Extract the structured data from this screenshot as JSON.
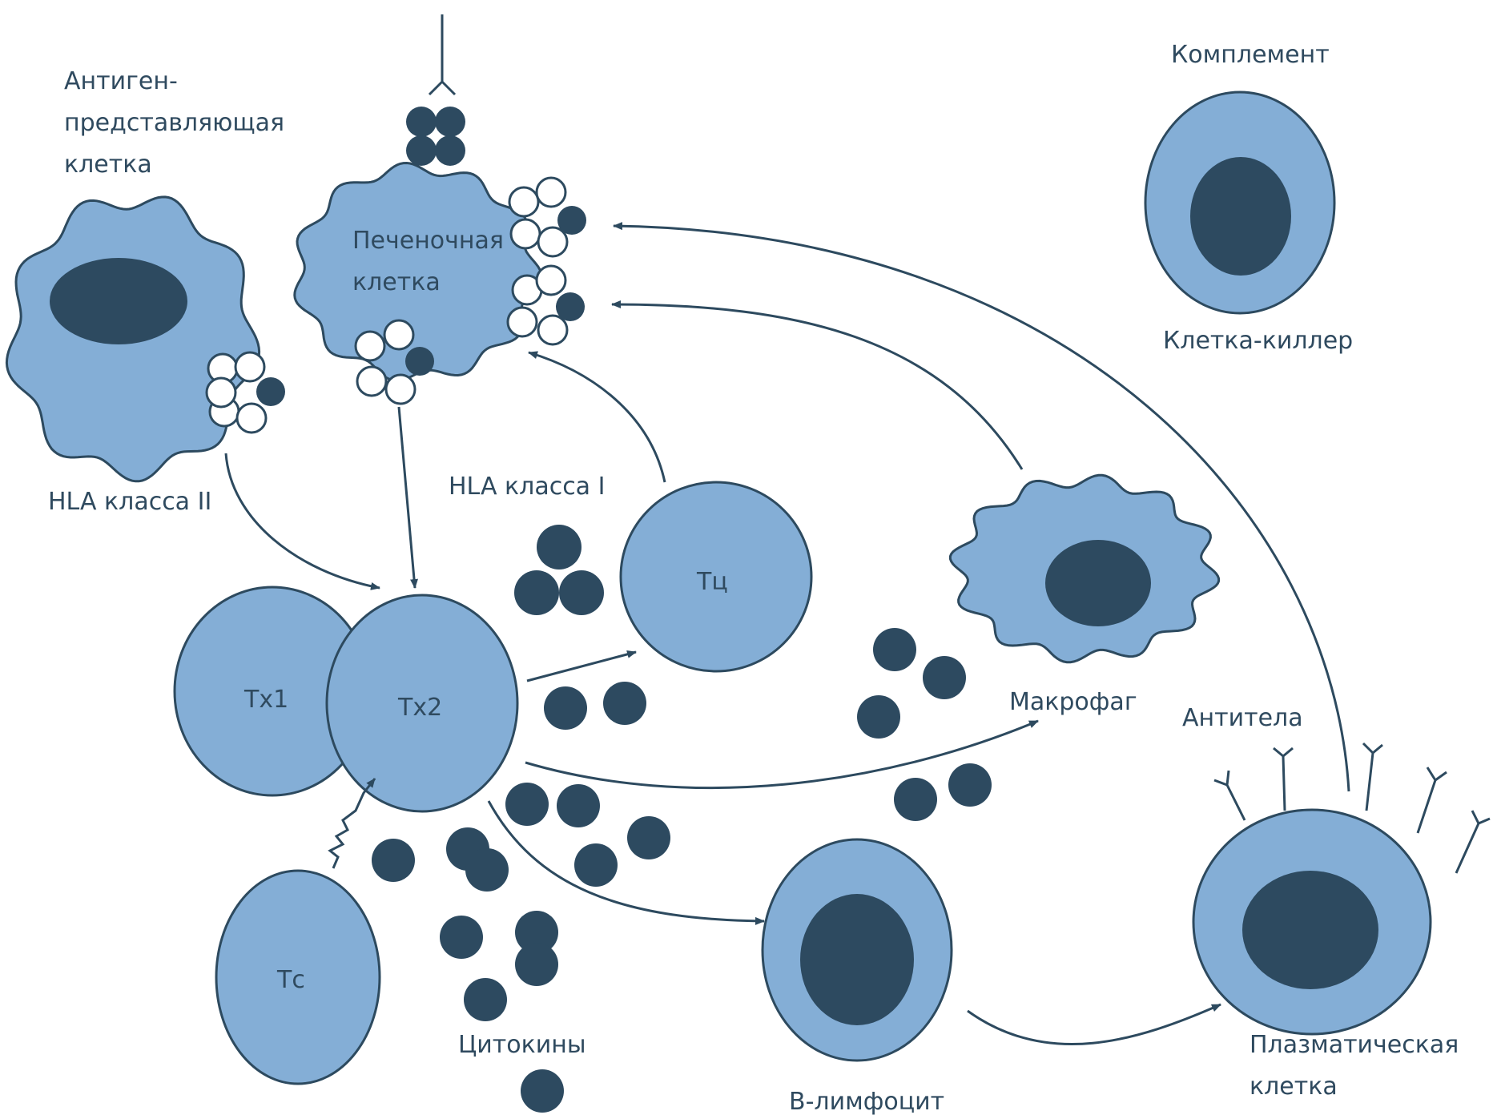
{
  "labels": {
    "apc": [
      "Антиген-",
      "представляющая",
      "клетка"
    ],
    "hepatocyte": [
      "Печеночная",
      "клетка"
    ],
    "complement": "Комплемент",
    "killer": "Клетка-киллер",
    "hla2": "HLA класса II",
    "hla1": "HLA класса I",
    "th1": "Тх1",
    "th2": "Тх2",
    "tc_cyto": "Тц",
    "tc": "Тс",
    "macrophage": "Макрофаг",
    "antibodies": "Антитела",
    "cytokines": "Цитокины",
    "b_cell": "В-лимфоцит",
    "plasma": [
      "Плазматическая",
      "клетка"
    ]
  },
  "colors": {
    "cell": "#84aed6",
    "nucleus": "#2d4a60",
    "line": "#2d4a5f",
    "text": "#2f4a5f"
  }
}
